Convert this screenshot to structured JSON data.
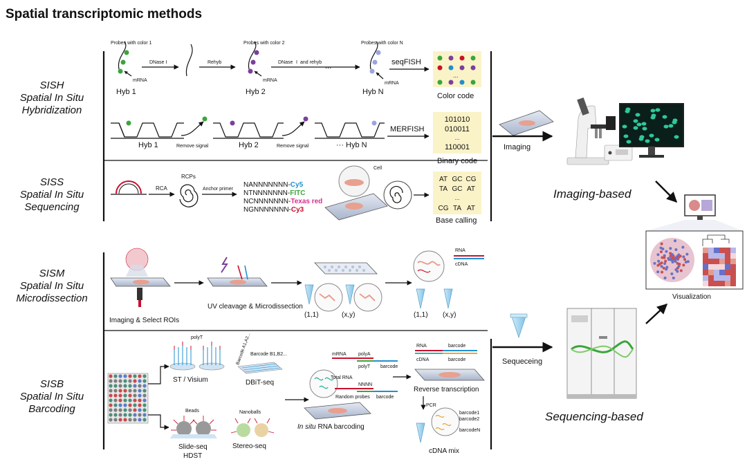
{
  "title": "Spatial transcriptomic methods",
  "sish": {
    "abbr": "SISH",
    "line1": "Spatial In Situ",
    "line2": "Hybridization",
    "probes1": "Probes with color 1",
    "probes2": "Probes with color 2",
    "probesN": "Probes with color N",
    "dnase": "DNase I",
    "rehyb": "Rehyb",
    "dnase_rehyb_a": "DNase",
    "dnase_rehyb_b": "I",
    "dnase_rehyb_c": "and rehyb",
    "mrna": "mRNA",
    "hyb1": "Hyb 1",
    "hyb2": "Hyb 2",
    "hybN": "Hyb N",
    "seqfish": "seqFISH",
    "color_code": "Color code",
    "dots": "...",
    "row2_hyb1": "Hyb 1",
    "row2_hyb2": "Hyb 2",
    "row2_hybN": "··· Hyb N",
    "remove1": "Remove signal",
    "remove2": "Remove signal",
    "merfish": "MERFISH",
    "binary": [
      "101010",
      "010011",
      "...",
      "110001"
    ],
    "binary_code": "Binary code"
  },
  "siss": {
    "abbr": "SISS",
    "line1": "Spatial In Situ",
    "line2": "Sequencing",
    "rca": "RCA",
    "rcps": "RCPs",
    "anchor": "Anchor primer",
    "cell": "Cell",
    "seqs": [
      {
        "prefix": "NANNNNNNN-",
        "dye": "Cy5",
        "color": "#1f8fcf"
      },
      {
        "prefix": "NTNNNNNNN-",
        "dye": "FITC",
        "color": "#3aa63a"
      },
      {
        "prefix": "NCNNNNNNN-",
        "dye": "Texas red",
        "color": "#d62f8f"
      },
      {
        "prefix": "NGNNNNNNN-",
        "dye": "Cy3",
        "color": "#c8102e"
      }
    ],
    "base_rows": [
      [
        "AT",
        "GC",
        "CG"
      ],
      [
        "TA",
        "GC",
        "AT"
      ],
      [
        "",
        "...",
        ""
      ],
      [
        "CG",
        "TA",
        "AT"
      ]
    ],
    "base_calling": "Base calling"
  },
  "sism": {
    "abbr": "SISM",
    "line1": "Spatial In Situ",
    "line2": "Microdissection",
    "imaging_select": "Imaging & Select ROIs",
    "uv": "UV cleavage & Microdissection",
    "coord_a": "(1,1)",
    "coord_b": "(x,y)",
    "coord_c": "(1,1)",
    "coord_d": "(x,y)",
    "rna": "RNA",
    "cdna": "cDNA"
  },
  "sisb": {
    "abbr": "SISB",
    "line1": "Spatial In Situ",
    "line2": "Barcoding",
    "polyt": "polyT",
    "st_visium": "ST / Visium",
    "barcode_a": "Barcode A1,A2...",
    "barcode_b": "Barcode B1,B2...",
    "dbit": "DBiT-seq",
    "beads": "Beads",
    "nanoballs": "Nanoballs",
    "slide_seq": "Slide-seq",
    "hdst": "HDST",
    "stereo": "Stereo-seq",
    "mrna": "mRNA",
    "polya": "polyA",
    "polyt2": "polyT",
    "barcode": "barcode",
    "total_rna": "Total RNA",
    "nnnn": "NNNN",
    "random": "Random probes",
    "barcode2": "barcode",
    "insitu_a": "In situ",
    "insitu_b": " RNA barcoding",
    "rna": "RNA",
    "cdna": "cDNA",
    "bc_top": "barcode",
    "bc_bot": "barcode",
    "reverse": "Reverse transcription",
    "pcr": "PCR",
    "barcode1": "barcode1",
    "barcode2b": "barcode2",
    "barcodeN": "barcodeN",
    "cdna_mix": "cDNA mix"
  },
  "right": {
    "imaging": "Imaging",
    "imaging_based": "Imaging-based",
    "sequeceing": "Sequeceing",
    "sequencing_based": "Sequencing-based",
    "visualization": "Visualization"
  },
  "colors": {
    "green": "#3aa63a",
    "purple": "#7b3f9e",
    "lavender": "#9aa4e0",
    "tube": "#8fd0ef",
    "slide": "#c9d3e6",
    "tissue": "#e8a08f",
    "monitor_bg": "#0a1e1a",
    "cell_green": "#2fc79a",
    "heat_red": "#c9504e",
    "heat_blue": "#6870c8"
  }
}
